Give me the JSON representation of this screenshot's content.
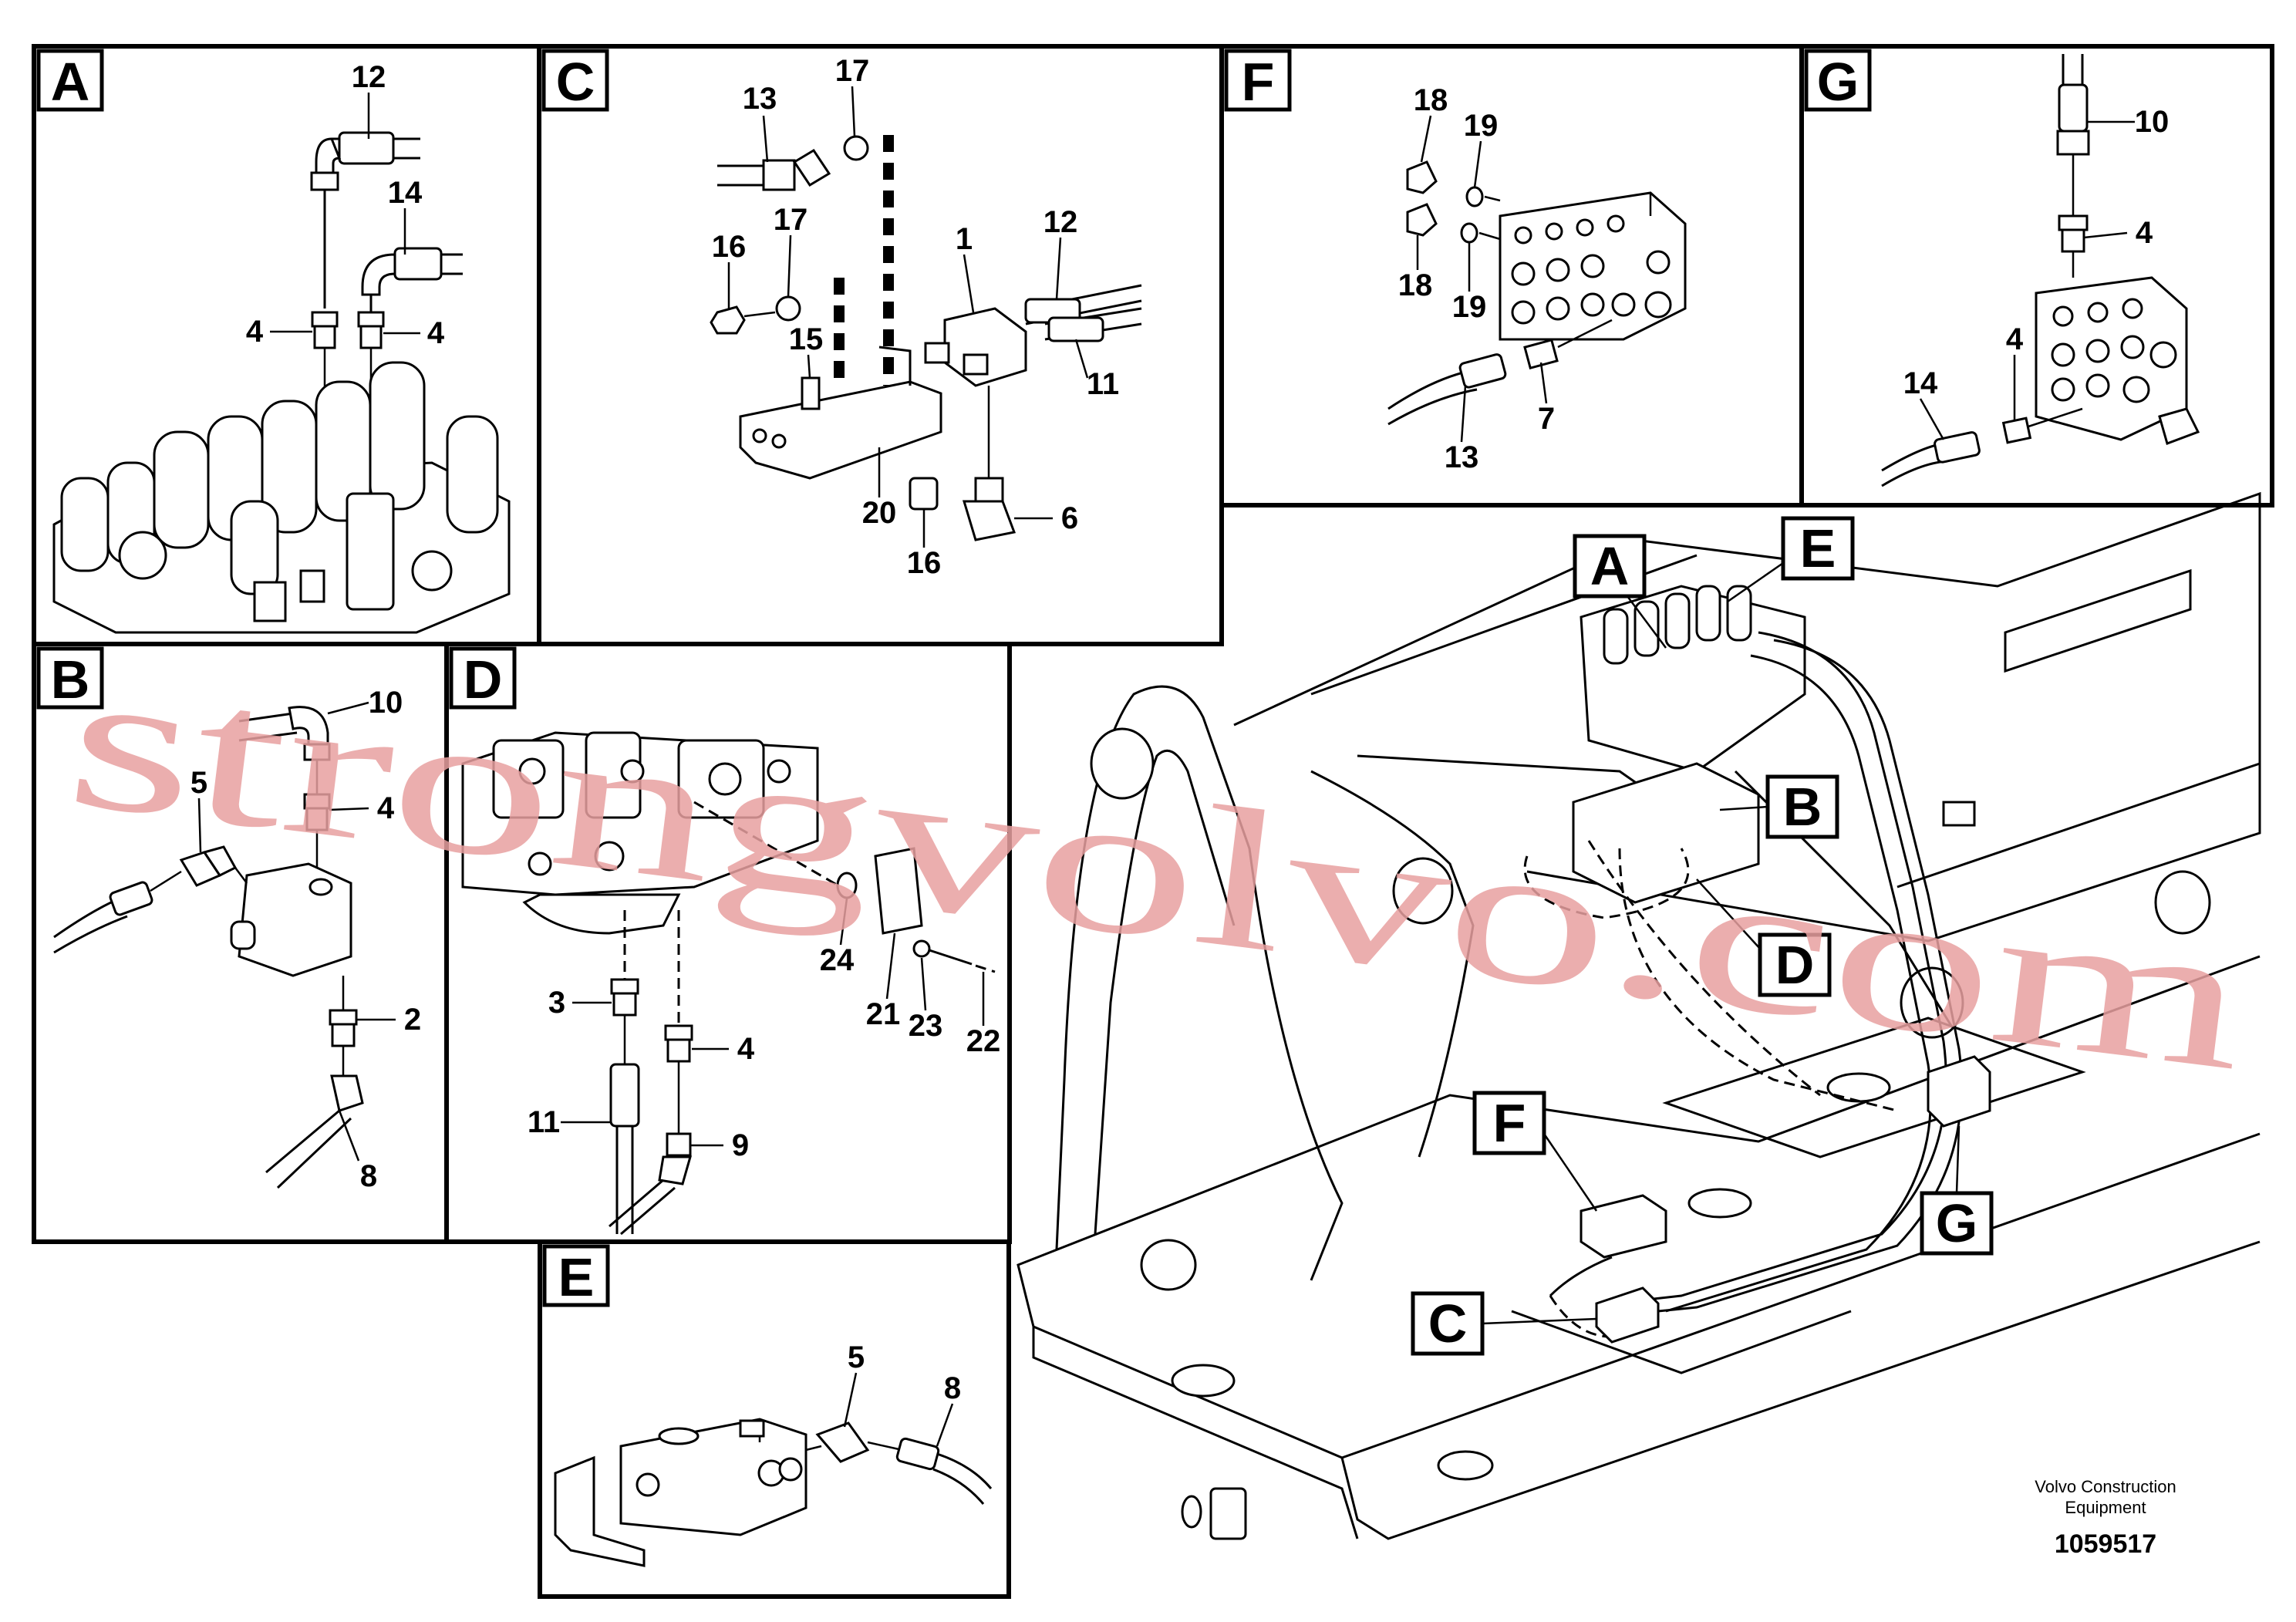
{
  "panels": {
    "A": {
      "tag": "A",
      "labels": [
        "12",
        "14",
        "4",
        "4"
      ]
    },
    "B": {
      "tag": "B",
      "labels": [
        "10",
        "5",
        "4",
        "2",
        "8"
      ]
    },
    "C": {
      "tag": "C",
      "labels": [
        "13",
        "17",
        "16",
        "17",
        "1",
        "12",
        "15",
        "11",
        "20",
        "16",
        "6"
      ]
    },
    "D": {
      "tag": "D",
      "labels": [
        "3",
        "4",
        "11",
        "9",
        "24",
        "21",
        "23",
        "22"
      ]
    },
    "E": {
      "tag": "E",
      "labels": [
        "5",
        "8"
      ]
    },
    "F": {
      "tag": "F",
      "labels": [
        "18",
        "19",
        "18",
        "19",
        "13",
        "7"
      ]
    },
    "G": {
      "tag": "G",
      "labels": [
        "10",
        "4",
        "4",
        "14"
      ]
    }
  },
  "overview_tags": [
    "A",
    "E",
    "B",
    "D",
    "F",
    "G",
    "C"
  ],
  "credit": {
    "line1": "Volvo Construction",
    "line2": "Equipment"
  },
  "doc_number": "1059517",
  "watermark": "strongvolvo.com"
}
